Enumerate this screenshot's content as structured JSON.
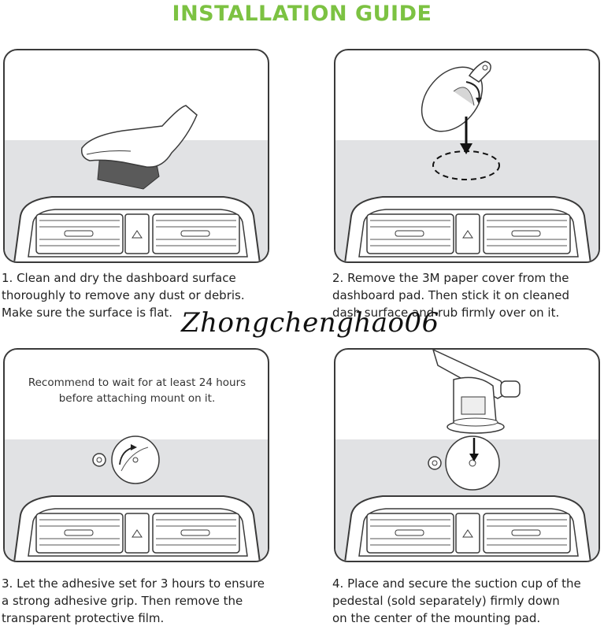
{
  "title": "INSTALLATION GUIDE",
  "steps": [
    {
      "caption": "1. Clean and dry the dashboard surface\nthoroughly to remove any dust or debris.\nMake sure the surface is flat."
    },
    {
      "caption": "2. Remove the 3M paper cover from the\ndashboard pad. Then stick it on cleaned\ndash surface and rub firmly over on it."
    },
    {
      "caption": "3. Let the adhesive set for 3 hours to ensure\na strong adhesive grip. Then remove the\ntransparent protective film.",
      "note": "Recommend to wait for at least 24 hours\nbefore attaching mount on it."
    },
    {
      "caption": "4. Place and secure the suction cup of the\npedestal (sold separately) firmly down\non the center of the mounting pad."
    }
  ],
  "watermark": "Zhongchenghao06",
  "colors": {
    "title": "#7cc242",
    "dashboard": "#e1e2e4",
    "outline": "#3a3a3a"
  }
}
